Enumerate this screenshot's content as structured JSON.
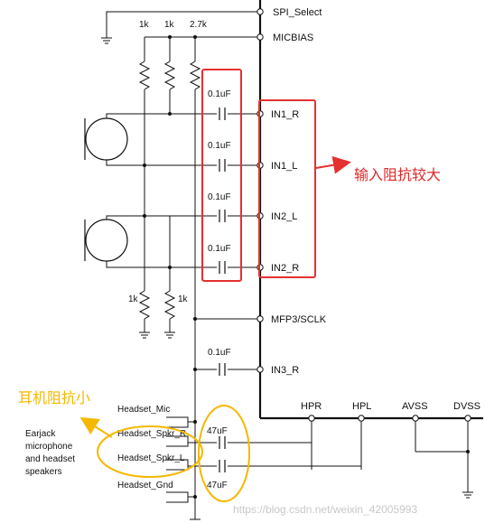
{
  "colors": {
    "wire": "#111111",
    "red_box": "#e53030",
    "red_text": "#e02828",
    "yellow": "#f5b800",
    "watermark": "#c8c8c8"
  },
  "pins": {
    "spi_select": "SPI_Select",
    "micbias": "MICBIAS",
    "in1_r": "IN1_R",
    "in1_l": "IN1_L",
    "in2_l": "IN2_L",
    "in2_r": "IN2_R",
    "mfp3_sclk": "MFP3/SCLK",
    "in3_r": "IN3_R",
    "hpr": "HPR",
    "hpl": "HPL",
    "avss": "AVSS",
    "dvss": "DVSS"
  },
  "resistors": {
    "r_top_1": "1k",
    "r_top_2": "1k",
    "r_top_3": "2.7k",
    "r_bot_1": "1k",
    "r_bot_2": "1k"
  },
  "capacitors": {
    "c_in1_r": "0.1uF",
    "c_in1_l": "0.1uF",
    "c_in2_l": "0.1uF",
    "c_in2_r": "0.1uF",
    "c_in3_r": "0.1uF",
    "c_hp_1": "47uF",
    "c_hp_2": "47uF"
  },
  "headset": {
    "mic": "Headset_Mic",
    "spkr_r": "Headset_Spkr_R",
    "spkr_l": "Headset_Spkr_L",
    "gnd": "Headset_Gnd",
    "desc_line1": "Earjack",
    "desc_line2": "microphone",
    "desc_line3": "and headset",
    "desc_line4": "speakers"
  },
  "annotations": {
    "high_impedance": "输入阻抗较大",
    "low_impedance": "耳机阻抗小"
  },
  "watermark": "https://blog.csdn.net/weixin_42005993"
}
